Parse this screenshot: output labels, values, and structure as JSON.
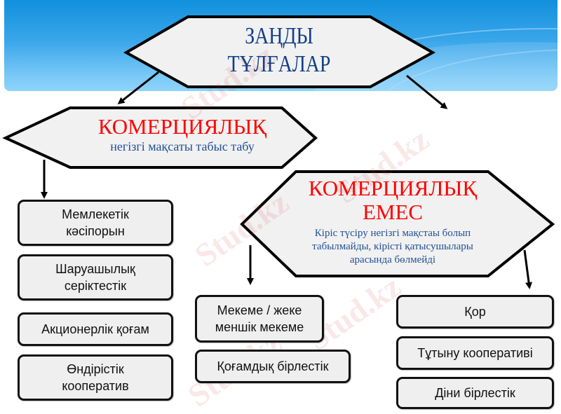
{
  "root": {
    "title_line1": "ЗАҢДЫ",
    "title_line2": "ТҰЛҒАЛАР"
  },
  "commercial": {
    "title": "КОМЕРЦИЯЛЫҚ",
    "subtitle": "негізгі мақсаты табыс табу",
    "items": [
      {
        "label": "Мемлекетік кәсіпорын",
        "line1": "Мемлекетік",
        "line2": "кәсіпорын"
      },
      {
        "label": "Шаруашылық серіктестік",
        "line1": "Шаруашылық",
        "line2": "серіктестік"
      },
      {
        "label": "Акционерлік қоғам",
        "line1": "Акционерлік қоғам",
        "line2": ""
      },
      {
        "label": "Өндірістік кооператив",
        "line1": "Өндірістік",
        "line2": "кооператив"
      }
    ]
  },
  "non_commercial": {
    "title_line1": "КОМЕРЦИЯЛЫҚ",
    "title_line2": "ЕМЕС",
    "desc_line1": "Кіріс түсіру негізгі мақстаы болып",
    "desc_line2": "табылмайды, кірісті қатысушылары",
    "desc_line3": "арасында бөлмейді",
    "left_items": [
      {
        "line1": "Мекеме / жеке",
        "line2": "меншік мекеме"
      },
      {
        "line1": "Қоғамдық бірлестік",
        "line2": ""
      }
    ],
    "right_items": [
      {
        "line1": "Қор"
      },
      {
        "line1": "Тұтыну кооперативі"
      },
      {
        "line1": "Діни бірлестік"
      }
    ]
  },
  "watermark": {
    "text": "Stud.kz"
  },
  "colors": {
    "header_top": "#1190dc",
    "header_bottom": "#8fd3fa",
    "hex_fill": "#f0f0f0",
    "stroke": "#000000",
    "title_blue": "#123f86",
    "accent_red": "#ff0000",
    "sub_blue": "#1f4f96"
  }
}
